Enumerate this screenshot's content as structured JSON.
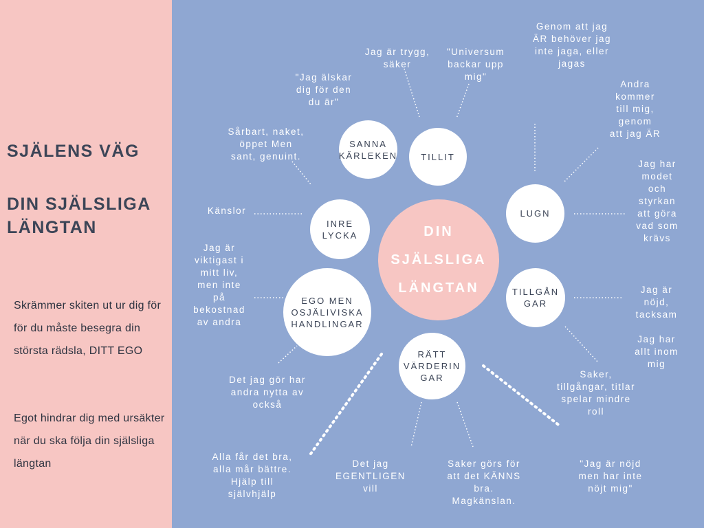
{
  "left_panel": {
    "heading_1": "SJÄLENS VÄG",
    "heading_2": "DIN SJÄLSLIGA\nLÄNGTAN",
    "paragraph_1": "Skrämmer skiten ut ur dig för för du måste besegra din största rädsla, DITT EGO",
    "paragraph_2": "Egot hindrar dig med ursäkter när du ska följa din själsliga längtan"
  },
  "center": {
    "label": "DIN\nSJÄLSLIGA\nLÄNGTAN"
  },
  "nodes": {
    "sanna_karleken": "SANNA\nKÄRLEKEN",
    "tillit": "TILLIT",
    "lugn": "LUGN",
    "inre_lycka": "INRE\nLYCKA",
    "tillgangar": "TILLGÅN\nGAR",
    "ego": "EGO MEN\nOSJÄLIVISKA\nHANDLINGAR",
    "ratt_varderingar": "RÄTT\nVÄRDERIN\nGAR"
  },
  "labels": {
    "jag_alskar": "\"Jag älskar\ndig för den\ndu är\"",
    "trygg": "Jag är trygg,\nsäker",
    "universum": "\"Universum\nbackar upp\nmig\"",
    "genom_att": "Genom att jag\nÄR behöver jag\ninte jaga, eller\njagas",
    "andra_kommer": "Andra kommer\ntill mig, genom\natt jag ÄR",
    "sarbart": "Sårbart, naket,\nöppet  Men\nsant, genuint.",
    "kanslor": "Känslor",
    "jag_har_modet": "Jag har\nmodet\noch\nstyrkan\natt göra\nvad som\nkrävs",
    "viktigast": "Jag är\nviktigast i\nmitt liv,\nmen inte\npå\nbekostnad\nav andra",
    "nojd_tacksam": "Jag är\nnöjd,\ntacksam",
    "allt_inom": "Jag har\nallt inom\nmig",
    "saker_tillgangar": "Saker,\ntillgångar, titlar\nspelar mindre\nroll",
    "det_jag_gor": "Det jag gör har\nandra nytta av\nockså",
    "alla_far": "Alla får det bra,\nalla mår bättre.\nHjälp till\nsjälvhjälp",
    "egentligen": "Det jag\nEGENTLIGEN\nvill",
    "saker_gors": "Saker görs för\natt det KÄNNS\nbra.\nMagkänslan.",
    "nojd_men": "\"Jag är nöjd\nmen har inte\nnöjt mig\""
  },
  "colors": {
    "left_bg": "#f7c6c3",
    "right_bg": "#8fa7d2",
    "text_dark": "#3c4557",
    "circle": "#ffffff"
  }
}
